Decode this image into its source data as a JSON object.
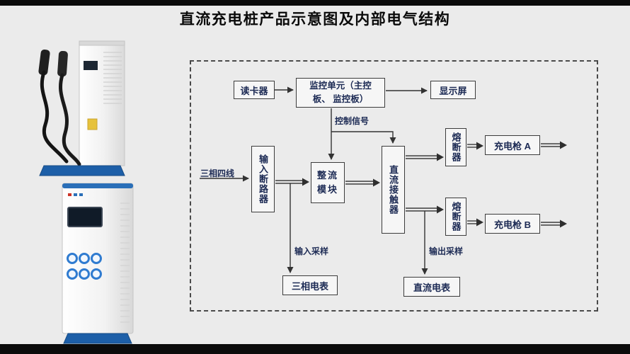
{
  "page": {
    "title": "直流充电桩产品示意图及内部电气结构"
  },
  "diagram": {
    "blocks": {
      "card_reader": "读卡器",
      "monitor_unit_l1": "监控单元（主控",
      "monitor_unit_l2": "板、 监控板）",
      "display": "显示屏",
      "fuse_a": "熔断器",
      "gun_a": "充电枪 A",
      "input_breaker": "输入断路器",
      "rectifier_l1": "整流",
      "rectifier_l2": "模块",
      "dc_contactor": "直流接触器",
      "fuse_b": "熔断器",
      "gun_b": "充电枪 B",
      "three_phase_meter": "三相电表",
      "dc_meter": "直流电表"
    },
    "labels": {
      "control_signal": "控制信号",
      "three_phase_input": "三相四线",
      "input_sampling": "输入采样",
      "output_sampling": "输出采样"
    }
  },
  "colors": {
    "accent_blue": "#1d5fa8",
    "diagram_text": "#1c2a54",
    "line": "#333333",
    "background": "#ebebeb"
  }
}
